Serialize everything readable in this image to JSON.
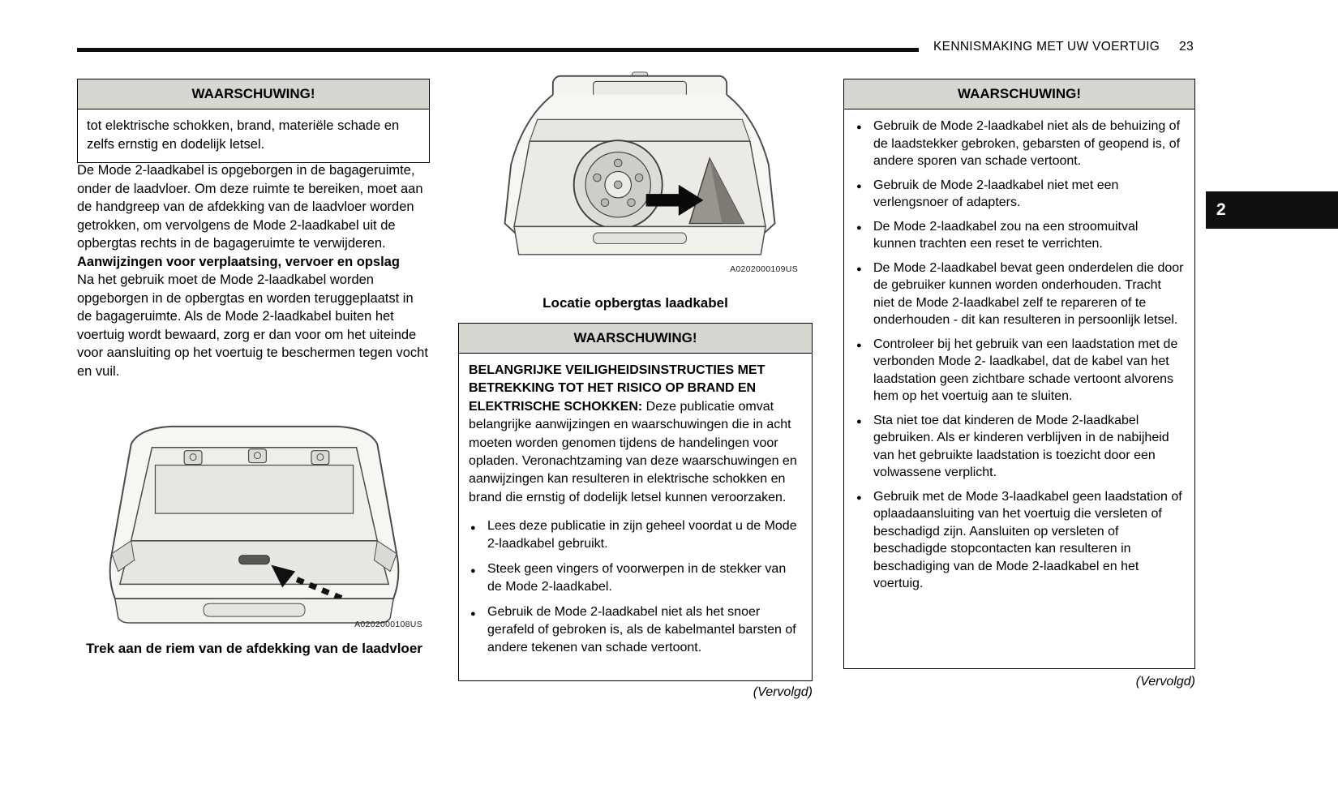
{
  "colors": {
    "warning_header_bg": "#d7d6d1",
    "tab_bg": "#101010"
  },
  "header": {
    "title": "KENNISMAKING MET UW VOERTUIG",
    "page_number": "23"
  },
  "side_tab": {
    "label": "2"
  },
  "left_column": {
    "warning_box": {
      "title": "WAARSCHUWING!",
      "body": "tot elektrische schokken, brand, materiële schade en zelfs ernstig en dodelijk letsel."
    },
    "paragraph_1": "De Mode 2-laadkabel is opgeborgen in de bagageruimte, onder de laadvloer. Om deze ruimte te bereiken, moet aan de handgreep van de afdekking van de laadvloer worden getrokken, om vervolgens de Mode 2-laadkabel uit de opbergtas rechts in de bagageruimte te verwijderen.",
    "subheading": "Aanwijzingen voor verplaatsing, vervoer en opslag",
    "paragraph_2": "Na het gebruik moet de Mode 2-laadkabel worden opgeborgen in de opbergtas en worden teruggeplaatst in de bagageruimte. Als de Mode 2-laadkabel buiten het voertuig wordt bewaard, zorg er dan voor om het uiteinde voor aansluiting op het voertuig te beschermen tegen vocht en vuil.",
    "figure_code": "A0202000108US",
    "figure_caption": "Trek aan de riem van de afdekking van de laadvloer"
  },
  "middle_column": {
    "figure_code": "A0202000109US",
    "figure_caption": "Locatie opbergtas laadkabel",
    "warning_box": {
      "title": "WAARSCHUWING!",
      "intro_bold": "BELANGRIJKE VEILIGHEIDSINSTRUCTIES MET BETREKKING TOT HET RISICO OP BRAND EN ELEKTRISCHE SCHOKKEN:",
      "intro_rest": " Deze publicatie omvat belangrijke aanwijzingen en waarschuwingen die in acht moeten worden genomen tijdens de handelingen voor opladen. Veronachtzaming van deze waarschuwingen en aanwijzingen kan resulteren in elektrische schokken en brand die ernstig of dodelijk letsel kunnen veroorzaken.",
      "bullets": [
        "Lees deze publicatie in zijn geheel voordat u de Mode 2-laadkabel gebruikt.",
        "Steek geen vingers of voorwerpen in de stekker van de Mode 2-laadkabel.",
        "Gebruik de Mode 2-laadkabel niet als het snoer gerafeld of gebroken is, als de kabelmantel barsten of andere tekenen van schade vertoont."
      ]
    },
    "continued": "(Vervolgd)"
  },
  "right_column": {
    "warning_box": {
      "title": "WAARSCHUWING!",
      "bullets": [
        "Gebruik de Mode 2-laadkabel niet als de behuizing of de laadstekker gebroken, gebarsten of geopend is, of andere sporen van schade vertoont.",
        "Gebruik de Mode 2-laadkabel niet met een verlengsnoer of adapters.",
        "De Mode 2-laadkabel zou na een stroomuitval kunnen trachten een reset te verrichten.",
        "De Mode 2-laadkabel bevat geen onderdelen die door de gebruiker kunnen worden onderhouden. Tracht niet de Mode 2-laadkabel zelf te repareren of te onderhouden - dit kan resulteren in persoonlijk letsel.",
        "Controleer bij het gebruik van een laadstation met de verbonden Mode 2- laadkabel, dat de kabel van het laadstation geen zichtbare schade vertoont alvorens hem op het voertuig aan te sluiten.",
        "Sta niet toe dat kinderen de Mode 2-laadkabel gebruiken. Als er kinderen verblijven in de nabijheid van het gebruikte laadstation is toezicht door een volwassene verplicht.",
        "Gebruik met de Mode 3-laadkabel geen laadstation of oplaadaansluiting van het voertuig die versleten of beschadigd zijn. Aansluiten op versleten of beschadigde stopcontacten kan resulteren in beschadiging van de Mode 2-laadkabel en het voertuig."
      ]
    },
    "continued": "(Vervolgd)"
  }
}
